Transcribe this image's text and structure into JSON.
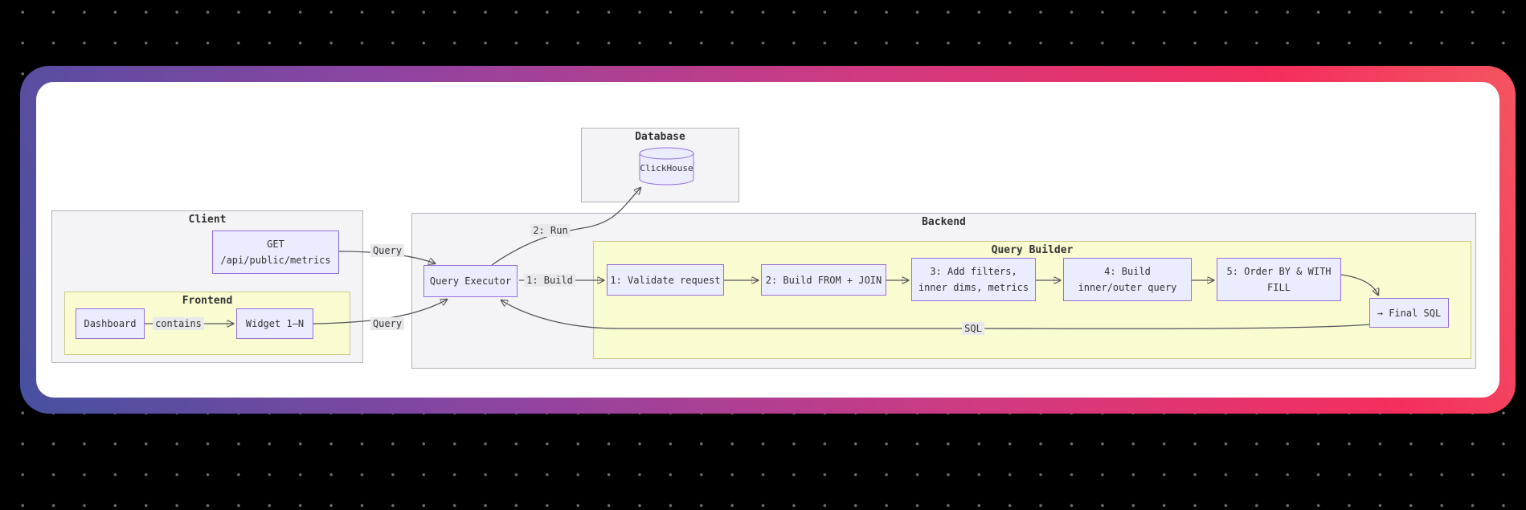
{
  "diagram": {
    "clusters": {
      "database": {
        "title": "Database"
      },
      "client": {
        "title": "Client"
      },
      "frontend": {
        "title": "Frontend"
      },
      "backend": {
        "title": "Backend"
      },
      "query_builder": {
        "title": "Query Builder"
      }
    },
    "nodes": {
      "clickhouse": {
        "label": "ClickHouse"
      },
      "get_endpoint": {
        "line1": "GET",
        "line2": "/api/public/metrics"
      },
      "dashboard": {
        "label": "Dashboard"
      },
      "widget": {
        "label": "Widget 1–N"
      },
      "query_executor": {
        "label": "Query Executor"
      },
      "step1": {
        "label": "1: Validate request"
      },
      "step2": {
        "label": "2: Build FROM + JOIN"
      },
      "step3": {
        "line1": "3: Add filters,",
        "line2": "inner dims, metrics"
      },
      "step4": {
        "line1": "4: Build",
        "line2": "inner/outer query"
      },
      "step5": {
        "line1": "5: Order BY & WITH",
        "line2": "FILL"
      },
      "final_sql": {
        "label": "→ Final SQL"
      }
    },
    "edge_labels": {
      "get_to_executor": "Query",
      "widget_to_executor": "Query",
      "dashboard_to_widget": "contains",
      "executor_to_clickhouse": "2: Run",
      "executor_to_builder": "1: Build",
      "builder_to_executor": "SQL"
    },
    "colors": {
      "page_bg": "#000000",
      "dot_color": "#70707a",
      "frame_gradient_start": "#46519f",
      "frame_gradient_mid": "#d13a80",
      "frame_gradient_end": "#f45560",
      "canvas_bg": "#ffffff",
      "node_fill": "#ececff",
      "node_border": "#9370db",
      "cluster_fill": "#f4f4f6",
      "cluster_border": "#b3b3ba",
      "subcluster_fill": "#fbfbd2",
      "subcluster_border": "#c8c889",
      "edge_label_bg": "#e9e9ec",
      "line_color": "#55555c"
    }
  }
}
